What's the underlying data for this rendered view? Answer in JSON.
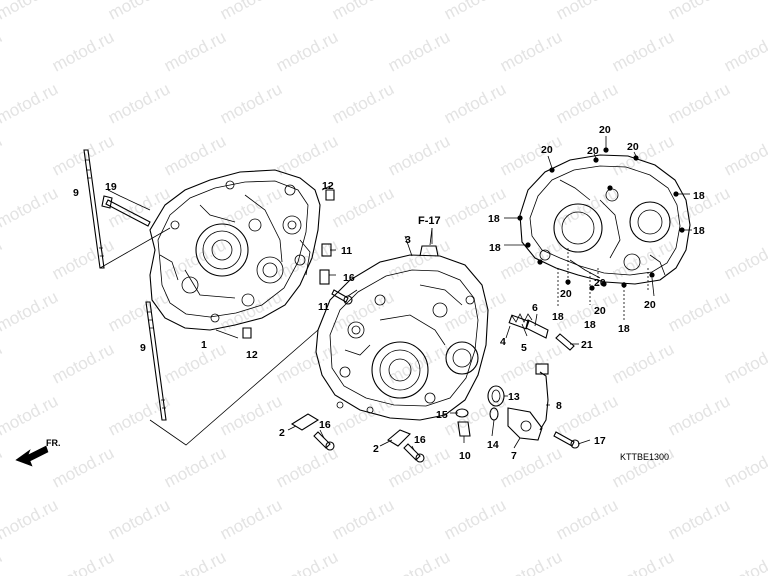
{
  "watermark": "motod.ru",
  "section_label": "F-17",
  "direction_label": "FR.",
  "drawing_code": "KTTBE1300",
  "callouts": [
    "1",
    "2",
    "2",
    "3",
    "4",
    "5",
    "6",
    "7",
    "8",
    "9",
    "9",
    "10",
    "11",
    "11",
    "12",
    "12",
    "13",
    "14",
    "15",
    "16",
    "16",
    "16",
    "17",
    "18",
    "18",
    "18",
    "18",
    "18",
    "18",
    "18",
    "19",
    "20",
    "20",
    "20",
    "20",
    "20",
    "20",
    "20",
    "20",
    "21"
  ]
}
